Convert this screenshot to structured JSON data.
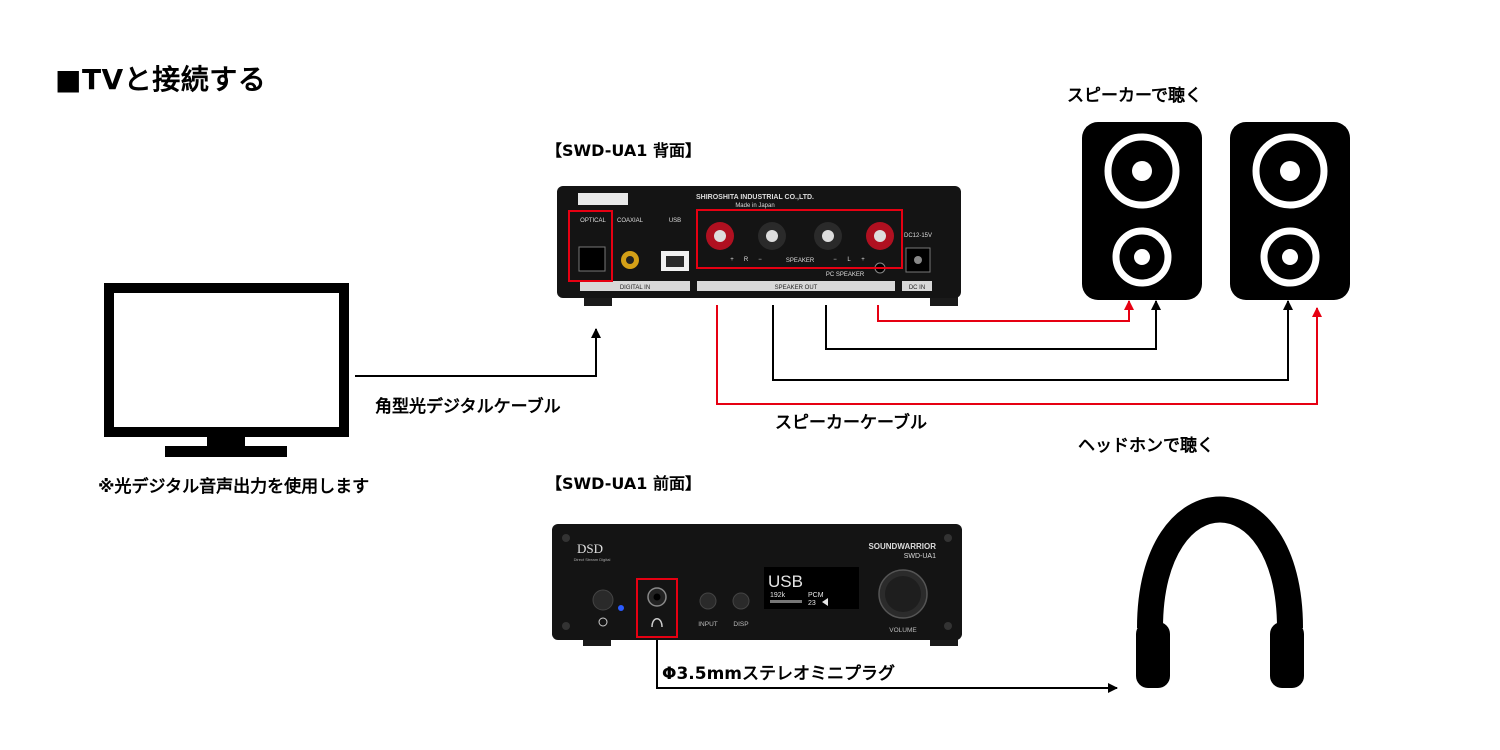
{
  "title": "■TVと接続する",
  "rear_header": "【SWD-UA1 背面】",
  "front_header": "【SWD-UA1 前面】",
  "speaker_heading": "スピーカーで聴く",
  "headphone_heading": "ヘッドホンで聴く",
  "optical_cable_label": "角型光デジタルケーブル",
  "speaker_cable_label": "スピーカーケーブル",
  "tv_note": "※光デジタル音声出力を使用します",
  "plug_label": "Φ3.5mmステレオミニプラグ",
  "rear_panel": {
    "maker": "SHIROSHITA INDUSTRIAL CO.,LTD.",
    "made_in": "Made in Japan",
    "optical": "OPTICAL",
    "coaxial": "COAXIAL",
    "usb": "USB",
    "dc_rating": "DC12-15V",
    "plus_r": "+",
    "r": "R",
    "minus_r": "−",
    "speaker": "SPEAKER",
    "minus_l": "−",
    "l": "L",
    "plus_l": "+",
    "pc_speaker": "PC SPEAKER",
    "digital_in": "DIGITAL IN",
    "speaker_out": "SPEAKER OUT",
    "dc_in": "DC IN"
  },
  "front_panel": {
    "dsd": "DSD",
    "dsd_sub": "Direct Stream Digital",
    "brand": "SOUNDWARRIOR",
    "model": "SWD-UA1",
    "display_source": "USB",
    "display_rate": "192k",
    "display_format": "PCM",
    "display_volume": "23",
    "input": "INPUT",
    "disp": "DISP",
    "volume": "VOLUME"
  },
  "colors": {
    "cable_black": "#000000",
    "cable_red": "#e60012",
    "highlight": "#e60012",
    "device_body": "#141414"
  }
}
